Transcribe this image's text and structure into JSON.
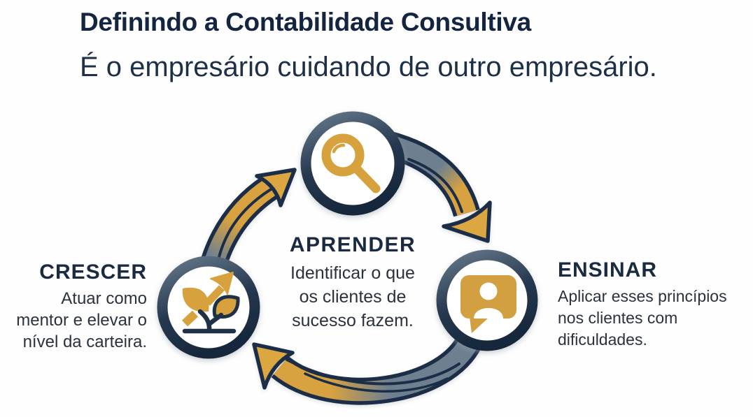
{
  "header": {
    "title": "Definindo a Contabilidade Consultiva",
    "subtitle": "É o empresário cuidando de outro empresário."
  },
  "diagram": {
    "type": "cycle",
    "direction": "clockwise",
    "step_count": 3
  },
  "steps": [
    {
      "id": "aprender",
      "position": "top",
      "icon": "search-magnifier-icon",
      "label": "APRENDER",
      "lines": [
        "Identificar o que",
        "os clientes de",
        "sucesso fazem."
      ]
    },
    {
      "id": "ensinar",
      "position": "right",
      "icon": "chat-person-icon",
      "label": "ENSINAR",
      "lines": [
        "Aplicar esses princípios",
        "nos clientes com",
        "dificuldades."
      ]
    },
    {
      "id": "crescer",
      "position": "left",
      "icon": "growth-plant-icon",
      "label": "CRESCER",
      "lines": [
        "Atuar como",
        "mentor e elevar o",
        "nível da carteira."
      ]
    }
  ],
  "colors": {
    "background": "#FEFEFE",
    "navy_outline": "#1C2F46",
    "slate_arrow": "#6E8090",
    "gold_accent": "#D9A23F",
    "gold_arrowhead": "#DCA63F",
    "title_text": "#132540",
    "subtitle_text": "#1D3047",
    "heading_text": "#1A2B41",
    "body_text": "#2A323E"
  }
}
